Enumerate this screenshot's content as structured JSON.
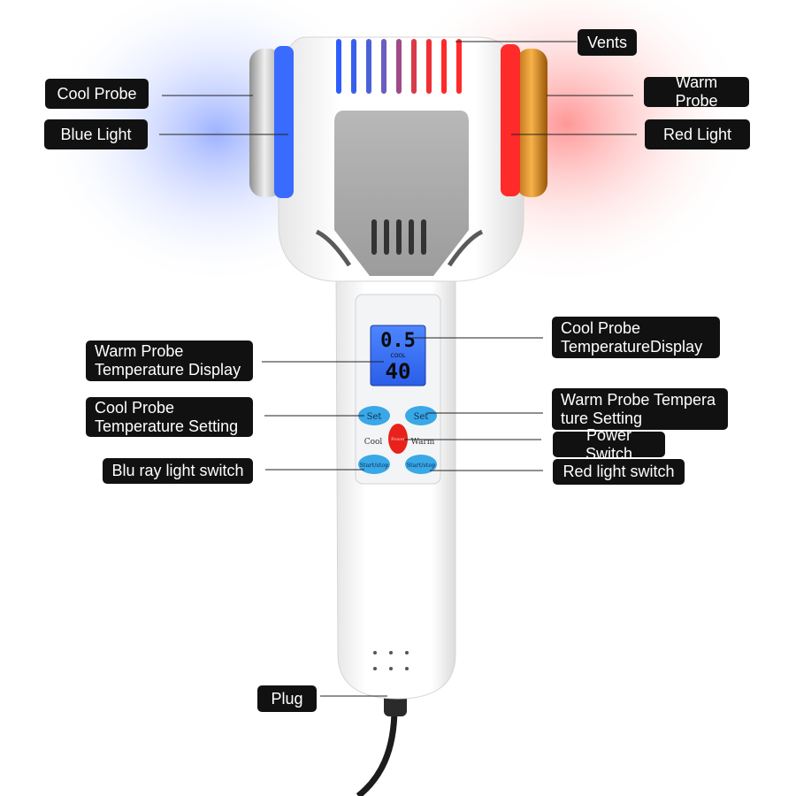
{
  "callouts": {
    "vents": "Vents",
    "cool_probe": "Cool Probe",
    "warm_probe": "Warm Probe",
    "blue_light": "Blue Light",
    "red_light": "Red Light",
    "cool_probe_temperature_display": "Cool Probe\nTemperatureDisplay",
    "warm_probe_temperature_display": "Warm Probe\nTemperature Display",
    "cool_probe_temperature_setting": "Cool Probe\nTemperature Setting",
    "warm_probe_temperature_setting": "Warm Probe Tempera\nture Setting",
    "power_switch": "Power Switch",
    "blu_ray_light_switch": "Blu ray light switch",
    "red_light_switch": "Red light switch",
    "plug": "Plug"
  },
  "device": {
    "lcd_top_value": "0.5",
    "lcd_mode": "COOL",
    "lcd_bottom_value": "40",
    "set_left": "Set",
    "set_right": "Set",
    "cool_label": "Cool",
    "warm_label": "Warm",
    "power_label": "Power",
    "start_stop_left": "Start/stop",
    "start_stop_right": "Start/stop"
  },
  "colors": {
    "label_bg": "#111111",
    "blue_light": "#3a6bff",
    "red_light": "#ff2a2a",
    "lcd": "#2f6dff",
    "button": "#39a8e6",
    "power_button": "#e8221a",
    "cool_probe": "#c8c8c8",
    "warm_probe": "#e89a2a"
  }
}
